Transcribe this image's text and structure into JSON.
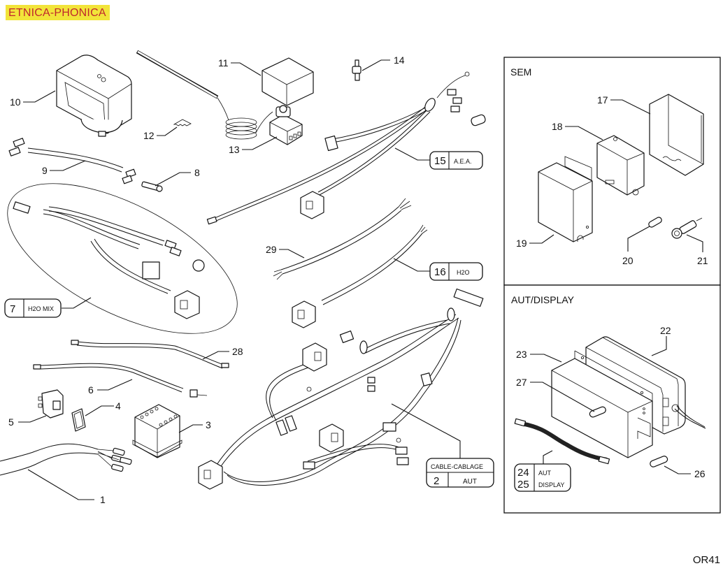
{
  "brand": {
    "label": "ETNICA-PHONICA",
    "bg_color": "#f2e43a",
    "text_color": "#c0282d"
  },
  "sheet_code": "OR41",
  "panels": {
    "sem": {
      "title": "SEM"
    },
    "aut_display": {
      "title": "AUT/DISPLAY"
    }
  },
  "callouts": {
    "p1": "1",
    "p3": "3",
    "p4": "4",
    "p5": "5",
    "p6": "6",
    "p8": "8",
    "p9": "9",
    "p10": "10",
    "p11": "11",
    "p12": "12",
    "p13": "13",
    "p14": "14",
    "p17": "17",
    "p18": "18",
    "p19": "19",
    "p20": "20",
    "p21": "21",
    "p22": "22",
    "p23": "23",
    "p26": "26",
    "p27": "27",
    "p28": "28",
    "p29": "29"
  },
  "labels": {
    "aea": {
      "number": "15",
      "text": "A.E.A."
    },
    "h2o": {
      "number": "16",
      "text": "H2O"
    },
    "h2o_mix": {
      "number": "7",
      "text": "H2O MIX"
    },
    "cable": {
      "header": "CABLE-CABLAGE",
      "number": "2",
      "text": "AUT"
    },
    "aut_display": {
      "number_a": "24",
      "text_a": "AUT",
      "number_b": "25",
      "text_b": "DISPLAY"
    }
  }
}
